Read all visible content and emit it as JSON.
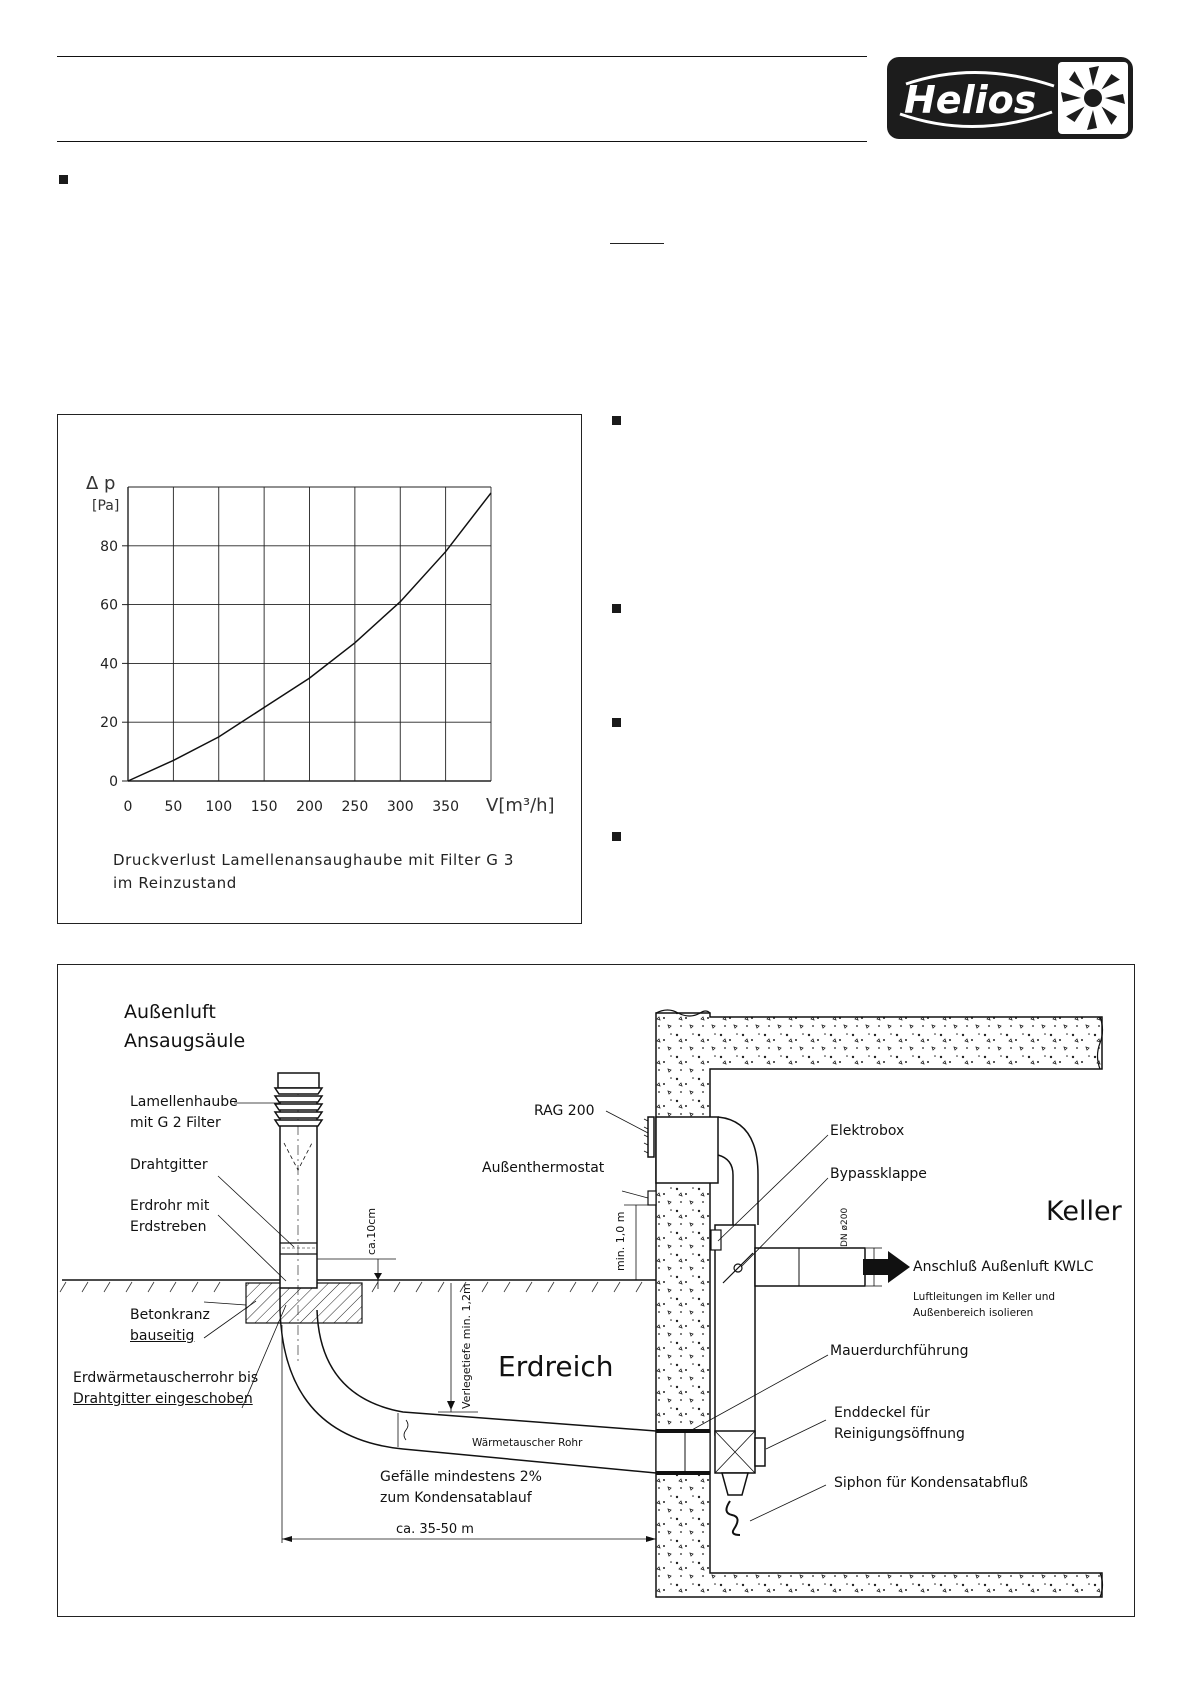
{
  "brand": {
    "name": "Helios"
  },
  "chart": {
    "caption": [
      "Druckverlust Lamellenansaughaube mit Filter G 3",
      "im Reinzustand"
    ]
  },
  "chart_data": {
    "type": "line",
    "title": "Druckverlust Lamellenansaughaube mit Filter G 3 im Reinzustand",
    "xlabel": "V[m³/h]",
    "ylabel_symbol": "Δ p",
    "ylabel_unit": "[Pa]",
    "x_ticks": [
      0,
      50,
      100,
      150,
      200,
      250,
      300,
      350
    ],
    "y_ticks": [
      0,
      20,
      40,
      60,
      80
    ],
    "xlim": [
      0,
      400
    ],
    "ylim": [
      0,
      100
    ],
    "grid": true,
    "x": [
      0,
      50,
      100,
      150,
      200,
      250,
      300,
      350,
      400
    ],
    "y": [
      0,
      7,
      15,
      25,
      35,
      47,
      61,
      78,
      98
    ]
  },
  "diagram": {
    "title": [
      "Außenluft",
      "Ansaugsäule"
    ],
    "labels": {
      "lamellenhaube": [
        "Lamellenhaube",
        "mit G 2 Filter"
      ],
      "drahtgitter": "Drahtgitter",
      "erdrohr": [
        "Erdrohr mit",
        "Erdstreben"
      ],
      "betonkranz": [
        "Betonkranz",
        "bauseitig"
      ],
      "erdwaermetauscher": [
        "Erdwärmetauscherrohr bis",
        "Drahtgitter eingeschoben"
      ],
      "ca10cm": "ca.10cm",
      "verlegetiefe": "Verlegetiefe min. 1,2m",
      "erdreich": "Erdreich",
      "waermetauscher_rohr": "Wärmetauscher Rohr",
      "gefaelle": [
        "Gefälle mindestens 2%",
        "zum Kondensatablauf"
      ],
      "distance": "ca. 35-50 m",
      "rag": "RAG 200",
      "aussenthermostat": "Außenthermostat",
      "min10m": "min. 1,0 m",
      "elektrobox": "Elektrobox",
      "bypassklappe": "Bypassklappe",
      "keller": "Keller",
      "dn200": "DN ø200",
      "anschluss": "Anschluß Außenluft KWLC",
      "luftleitungen": [
        "Luftleitungen im Keller und",
        "Außenbereich isolieren"
      ],
      "mauerdurchfuehrung": "Mauerdurchführung",
      "enddeckel": [
        "Enddeckel für",
        "Reinigungsöffnung"
      ],
      "siphon": "Siphon für Kondensatabfluß"
    }
  }
}
